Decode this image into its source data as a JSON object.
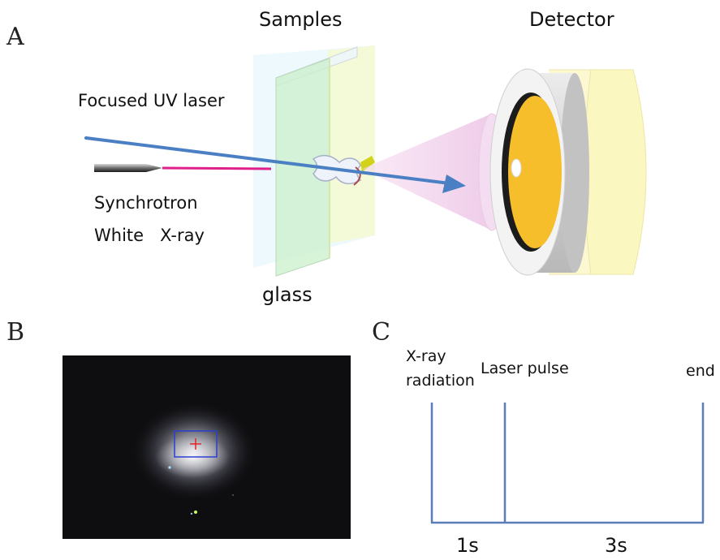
{
  "panel_a": {
    "letter": "A",
    "samples_label": "Samples",
    "detector_label": "Detector",
    "laser_label": "Focused UV laser",
    "xray_label_line1": "Synchrotron",
    "xray_label_line2": "White   X-ray",
    "glass_label": "glass"
  },
  "panel_b": {
    "letter": "B"
  },
  "panel_c": {
    "letter": "C",
    "xray_label_line1": "X-ray",
    "xray_label_line2": "radiation",
    "laser_label": "Laser pulse",
    "end_label": "end",
    "interval1_label": "1s",
    "interval2_label": "3s"
  },
  "colors": {
    "laser": "#4a7fc4",
    "xray_beam": "#e0208a",
    "timeline": "#5b7db8",
    "detector_face": "#f7be2c",
    "detector_body": "#fbf7c0"
  }
}
